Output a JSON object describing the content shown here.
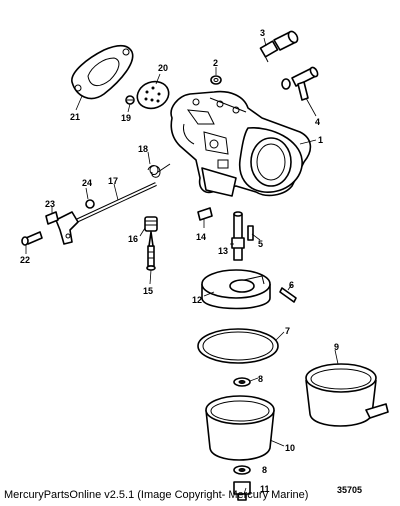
{
  "diagram": {
    "reference_number": "35705",
    "callouts": [
      "1",
      "2",
      "3",
      "4",
      "5",
      "6",
      "7",
      "8",
      "9",
      "10",
      "11",
      "12",
      "13",
      "14",
      "15",
      "16",
      "17",
      "18",
      "19",
      "20",
      "21",
      "22",
      "23",
      "24"
    ]
  },
  "footer": {
    "credit": "MercuryPartsOnline v2.5.1 (Image Copyright- Mercury Marine)"
  }
}
